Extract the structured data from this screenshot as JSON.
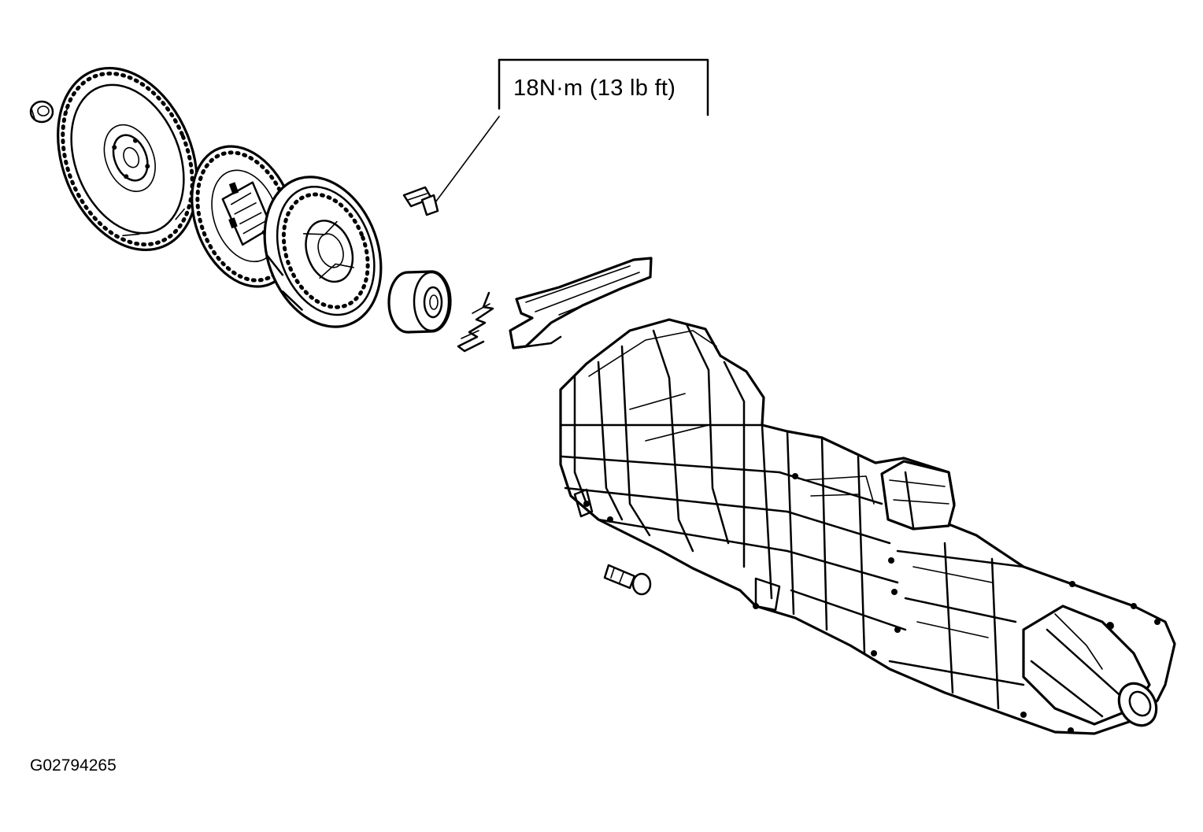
{
  "diagram": {
    "torque_callout": {
      "text": "18N·m (13 lb ft)"
    },
    "figure_id": "G02794265",
    "components": [
      {
        "name": "pilot-bearing"
      },
      {
        "name": "flywheel"
      },
      {
        "name": "clutch-disc"
      },
      {
        "name": "pressure-plate"
      },
      {
        "name": "pressure-plate-bolt"
      },
      {
        "name": "release-bearing"
      },
      {
        "name": "retaining-spring"
      },
      {
        "name": "release-fork"
      },
      {
        "name": "fork-pivot-bolt"
      },
      {
        "name": "transmission-assembly"
      }
    ],
    "colors": {
      "ink": "#000000",
      "background": "#ffffff"
    }
  }
}
